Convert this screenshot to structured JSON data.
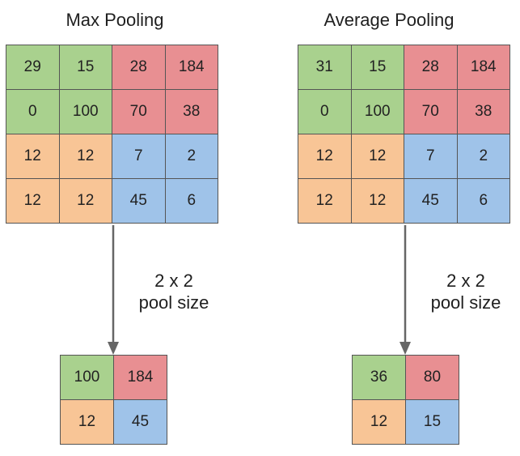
{
  "max_pooling": {
    "title": "Max Pooling",
    "input": [
      [
        "29",
        "15",
        "28",
        "184"
      ],
      [
        "0",
        "100",
        "70",
        "38"
      ],
      [
        "12",
        "12",
        "7",
        "2"
      ],
      [
        "12",
        "12",
        "45",
        "6"
      ]
    ],
    "pool_size_line1": "2 x 2",
    "pool_size_line2": "pool size",
    "output": [
      [
        "100",
        "184"
      ],
      [
        "12",
        "45"
      ]
    ]
  },
  "average_pooling": {
    "title": "Average Pooling",
    "input": [
      [
        "31",
        "15",
        "28",
        "184"
      ],
      [
        "0",
        "100",
        "70",
        "38"
      ],
      [
        "12",
        "12",
        "7",
        "2"
      ],
      [
        "12",
        "12",
        "45",
        "6"
      ]
    ],
    "pool_size_line1": "2 x 2",
    "pool_size_line2": "pool size",
    "output": [
      [
        "36",
        "80"
      ],
      [
        "12",
        "15"
      ]
    ]
  },
  "colors": {
    "top_left": "#a9d18e",
    "top_right": "#e88f92",
    "bottom_left": "#f8c596",
    "bottom_right": "#9fc3e9",
    "grid_line": "#555555",
    "arrow": "#666666"
  }
}
